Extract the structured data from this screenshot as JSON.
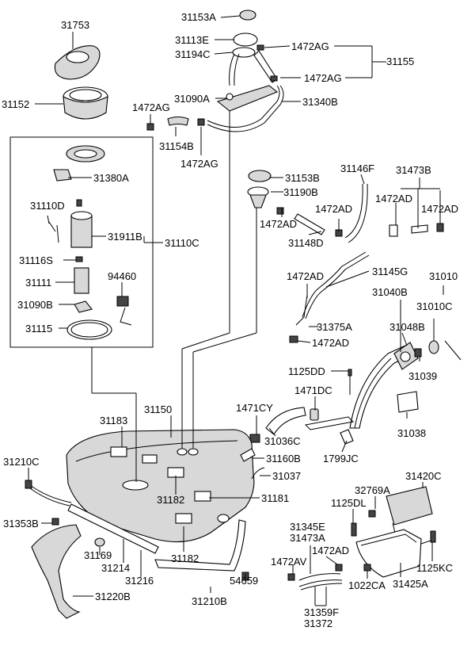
{
  "parts": {
    "p31753": "31753",
    "p31152": "31152",
    "p31153A": "31153A",
    "p31113E": "31113E",
    "p31194C": "31194C",
    "p1472AG_a": "1472AG",
    "p31155": "31155",
    "p1472AG_b": "1472AG",
    "p31090A": "31090A",
    "p31340B": "31340B",
    "p1472AG_c": "1472AG",
    "p31154B": "31154B",
    "p1472AG_d": "1472AG",
    "p31380A": "31380A",
    "p31110D": "31110D",
    "p31911B": "31911B",
    "p31110C": "31110C",
    "p31116S": "31116S",
    "p94460": "94460",
    "p31111": "31111",
    "p31090B": "31090B",
    "p31115": "31115",
    "p31153B": "31153B",
    "p31190B": "31190B",
    "p1472AD_a": "1472AD",
    "p31146F": "31146F",
    "p31473B": "31473B",
    "p1472AD_b": "1472AD",
    "p1472AD_c": "1472AD",
    "p1472AD_d": "1472AD",
    "p31148D": "31148D",
    "p31145G": "31145G",
    "p31010": "31010",
    "p1472AD_e": "1472AD",
    "p31040B": "31040B",
    "p31010C": "31010C",
    "p31375A": "31375A",
    "p31048B": "31048B",
    "p1472AD_f": "1472AD",
    "p1125DD": "1125DD",
    "p31039": "31039",
    "p1471DC": "1471DC",
    "p1471CY": "1471CY",
    "p31150": "31150",
    "p31183": "31183",
    "p31036C": "31036C",
    "p31038": "31038",
    "p31160B": "31160B",
    "p1799JC": "1799JC",
    "p31037": "31037",
    "p31210C": "31210C",
    "p31182_a": "31182",
    "p31181": "31181",
    "p31420C": "31420C",
    "p32769A": "32769A",
    "p1125DL": "1125DL",
    "p31353B": "31353B",
    "p31345E": "31345E",
    "p31473A": "31473A",
    "p31169": "31169",
    "p31214": "31214",
    "p31216": "31216",
    "p31182_b": "31182",
    "p54659": "54659",
    "p1472AD_g": "1472AD",
    "p1472AV": "1472AV",
    "p1125KC": "1125KC",
    "p1022CA": "1022CA",
    "p31425A": "31425A",
    "p31220B": "31220B",
    "p31210B": "31210B",
    "p31359F": "31359F",
    "p31372": "31372"
  }
}
